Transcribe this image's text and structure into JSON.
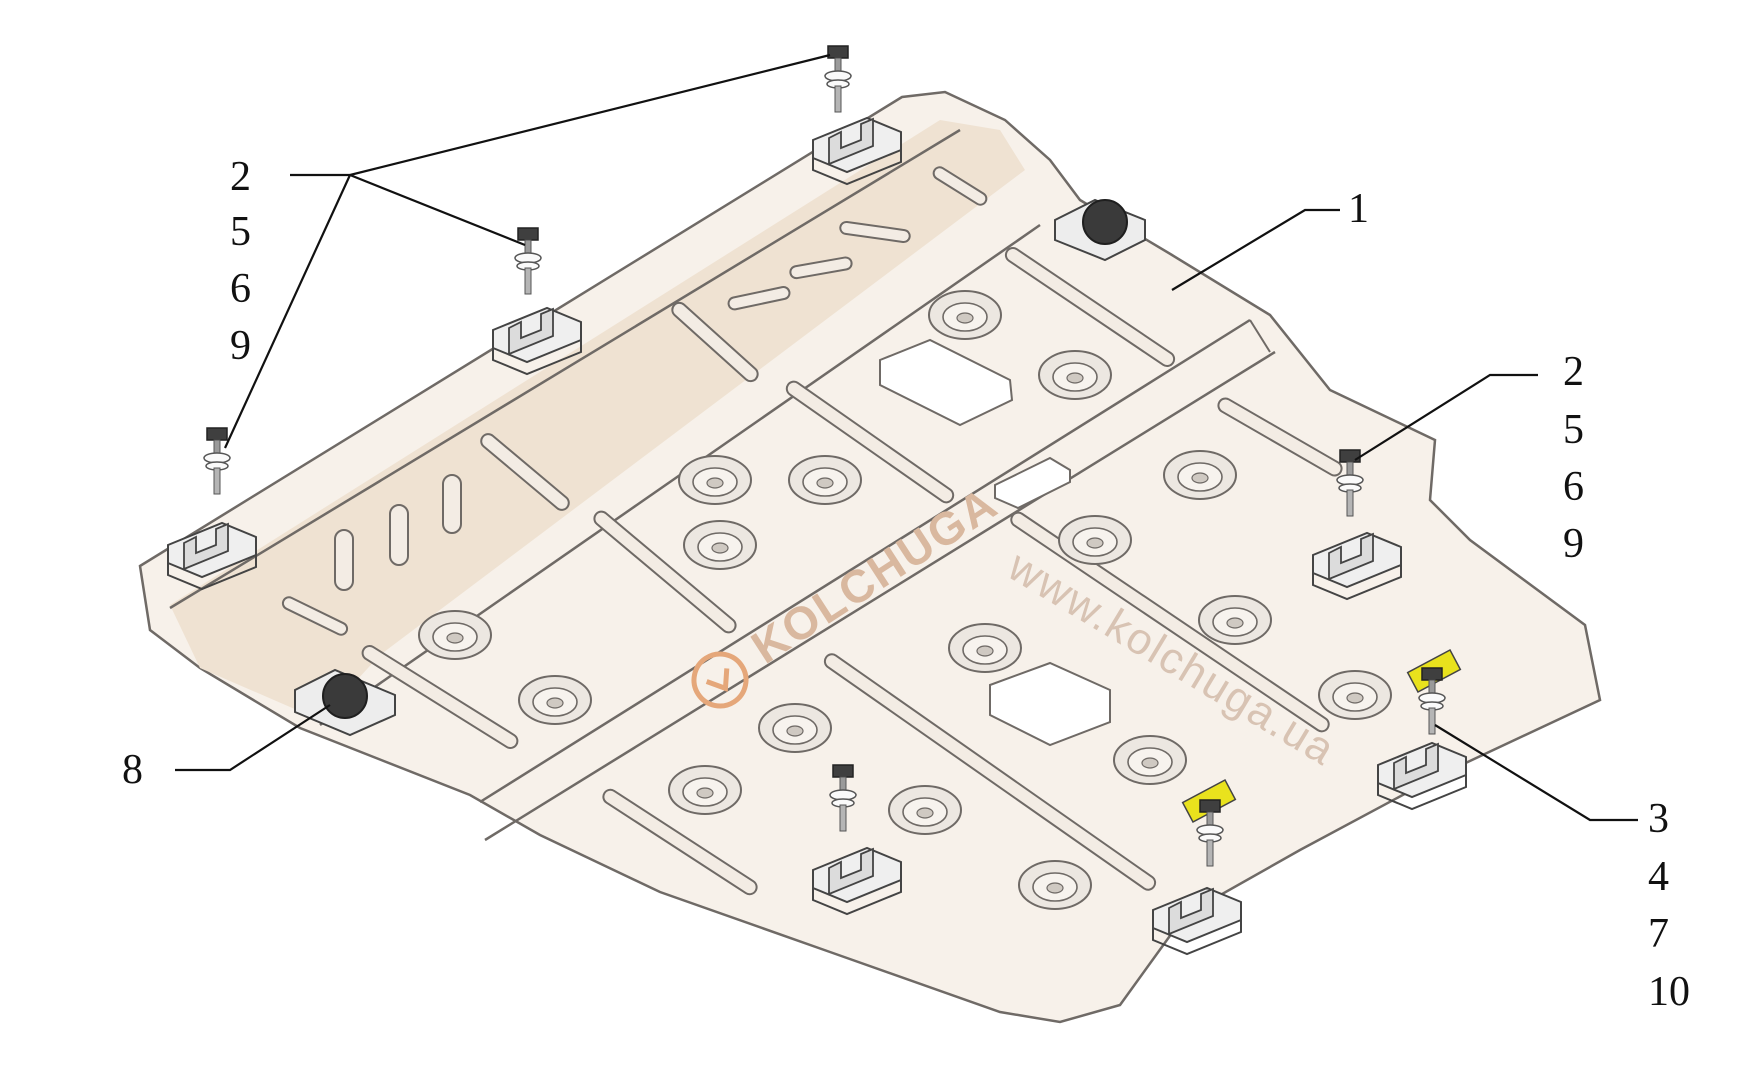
{
  "colors": {
    "plate": "#f7f1ea",
    "plate_band": "#efe2d2",
    "outline": "#6f6a66",
    "hole": "#e7e2dc",
    "clip_yellow": "#e9e21d",
    "leader": "#111111",
    "watermark": "#d9b89f"
  },
  "watermark": {
    "logo_text": "KOLCHUGA",
    "url_text": "www.kolchuga.ua"
  },
  "callouts": {
    "top_left_group": [
      "2",
      "5",
      "6",
      "9"
    ],
    "right_mid_group": [
      "2",
      "5",
      "6",
      "9"
    ],
    "plate_label": "1",
    "bottom_left_label": "8",
    "bottom_right_group": [
      "3",
      "4",
      "7",
      "10"
    ]
  },
  "icons": {
    "fastener": "bolt-stack-icon",
    "bracket": "mounting-bracket-icon",
    "plug": "rubber-plug-icon",
    "clip": "speed-clip-icon"
  }
}
